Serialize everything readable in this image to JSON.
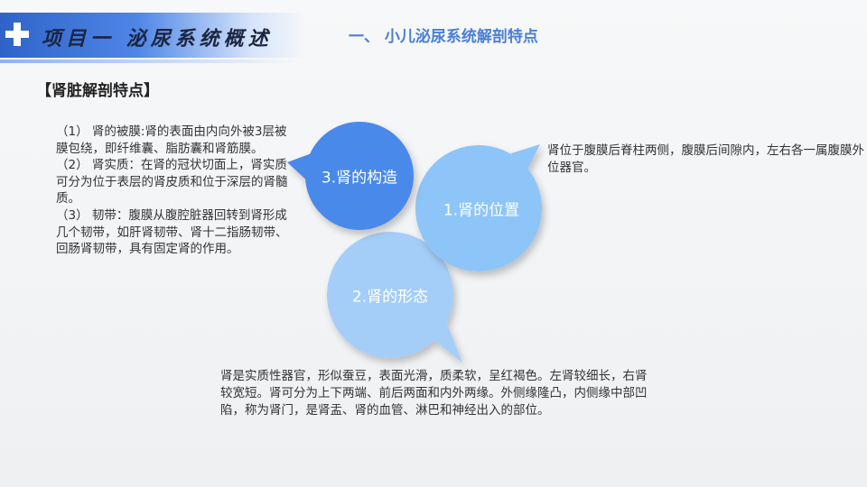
{
  "header": {
    "section_title": "项目一  泌尿系统概述",
    "sub_title": "一、 小儿泌尿系统解剖特点"
  },
  "subsection_heading": "【肾脏解剖特点】",
  "left_paragraphs": [
    "（1） 肾的被膜:肾的表面由内向外被3层被膜包绕，即纤维囊、脂肪囊和肾筋膜。",
    "（2） 肾实质：在肾的冠状切面上，肾实质可分为位于表层的肾皮质和位于深层的肾髓质。",
    "（3） 韧带：腹膜从腹腔脏器回转到肾形成几个韧带，如肝肾韧带、肾十二指肠韧带、回肠肾韧带，具有固定肾的作用。"
  ],
  "bubbles": [
    {
      "label": "3.肾的构造",
      "color": "#4a89ea"
    },
    {
      "label": "1.肾的位置",
      "color": "#8ec5f8"
    },
    {
      "label": "2.肾的形态",
      "color": "#a4cef7"
    }
  ],
  "right_text": "肾位于腹膜后脊柱两侧，腹膜后间隙内，左右各一属腹膜外位器官。",
  "bottom_text": "肾是实质性器官，形似蚕豆，表面光滑，质柔软，呈红褐色。左肾较细长，右肾较宽短。肾可分为上下两端、前后两面和内外两缘。外侧缘隆凸，内侧缘中部凹陷，称为肾门，是肾盂、肾的血管、淋巴和神经出入的部位。"
}
